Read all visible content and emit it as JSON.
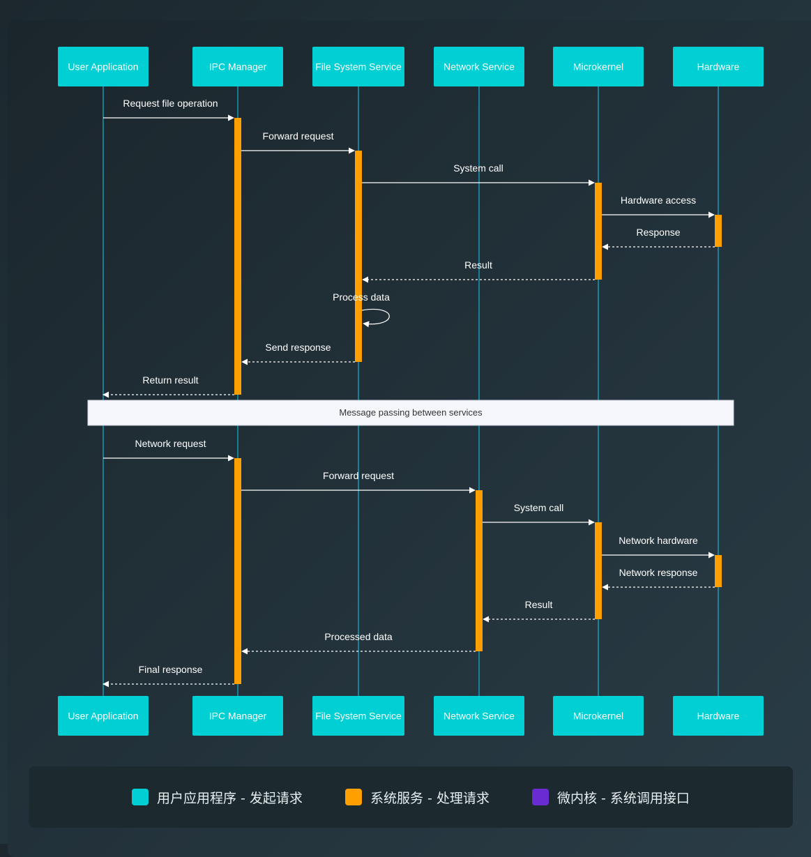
{
  "colors": {
    "actor_fill": "#00d0d4",
    "actor_text": "#ffffff",
    "lifeline": "#14b4d6",
    "activation": "#ffa000",
    "message": "#ffffff",
    "note_fill": "#f6f6fd",
    "note_text": "#333333"
  },
  "participants": [
    {
      "id": "user",
      "label": "User Application"
    },
    {
      "id": "ipc",
      "label": "IPC Manager"
    },
    {
      "id": "fs",
      "label": "File System Service"
    },
    {
      "id": "net",
      "label": "Network Service"
    },
    {
      "id": "mk",
      "label": "Microkernel"
    },
    {
      "id": "hw",
      "label": "Hardware"
    }
  ],
  "messages": [
    {
      "from": "user",
      "to": "ipc",
      "label": "Request file operation",
      "style": "solid"
    },
    {
      "from": "ipc",
      "to": "fs",
      "label": "Forward request",
      "style": "solid"
    },
    {
      "from": "fs",
      "to": "mk",
      "label": "System call",
      "style": "solid"
    },
    {
      "from": "mk",
      "to": "hw",
      "label": "Hardware access",
      "style": "solid"
    },
    {
      "from": "hw",
      "to": "mk",
      "label": "Response",
      "style": "dashed"
    },
    {
      "from": "mk",
      "to": "fs",
      "label": "Result",
      "style": "dashed"
    },
    {
      "from": "fs",
      "to": "fs",
      "label": "Process data",
      "style": "self"
    },
    {
      "from": "fs",
      "to": "ipc",
      "label": "Send response",
      "style": "dashed"
    },
    {
      "from": "ipc",
      "to": "user",
      "label": "Return result",
      "style": "dashed"
    },
    {
      "note": true,
      "label": "Message passing between services"
    },
    {
      "from": "user",
      "to": "ipc",
      "label": "Network request",
      "style": "solid"
    },
    {
      "from": "ipc",
      "to": "net",
      "label": "Forward request",
      "style": "solid"
    },
    {
      "from": "net",
      "to": "mk",
      "label": "System call",
      "style": "solid"
    },
    {
      "from": "mk",
      "to": "hw",
      "label": "Network hardware",
      "style": "solid"
    },
    {
      "from": "hw",
      "to": "mk",
      "label": "Network response",
      "style": "dashed"
    },
    {
      "from": "mk",
      "to": "net",
      "label": "Result",
      "style": "dashed"
    },
    {
      "from": "net",
      "to": "ipc",
      "label": "Processed data",
      "style": "dashed"
    },
    {
      "from": "ipc",
      "to": "user",
      "label": "Final response",
      "style": "dashed"
    }
  ],
  "legend": [
    {
      "label": "用户应用程序 - 发起请求",
      "color": "#00d0d4"
    },
    {
      "label": "系统服务 - 处理请求",
      "color": "#ffa000"
    },
    {
      "label": "微内核 - 系统调用接口",
      "color": "#6a2bd2"
    }
  ]
}
